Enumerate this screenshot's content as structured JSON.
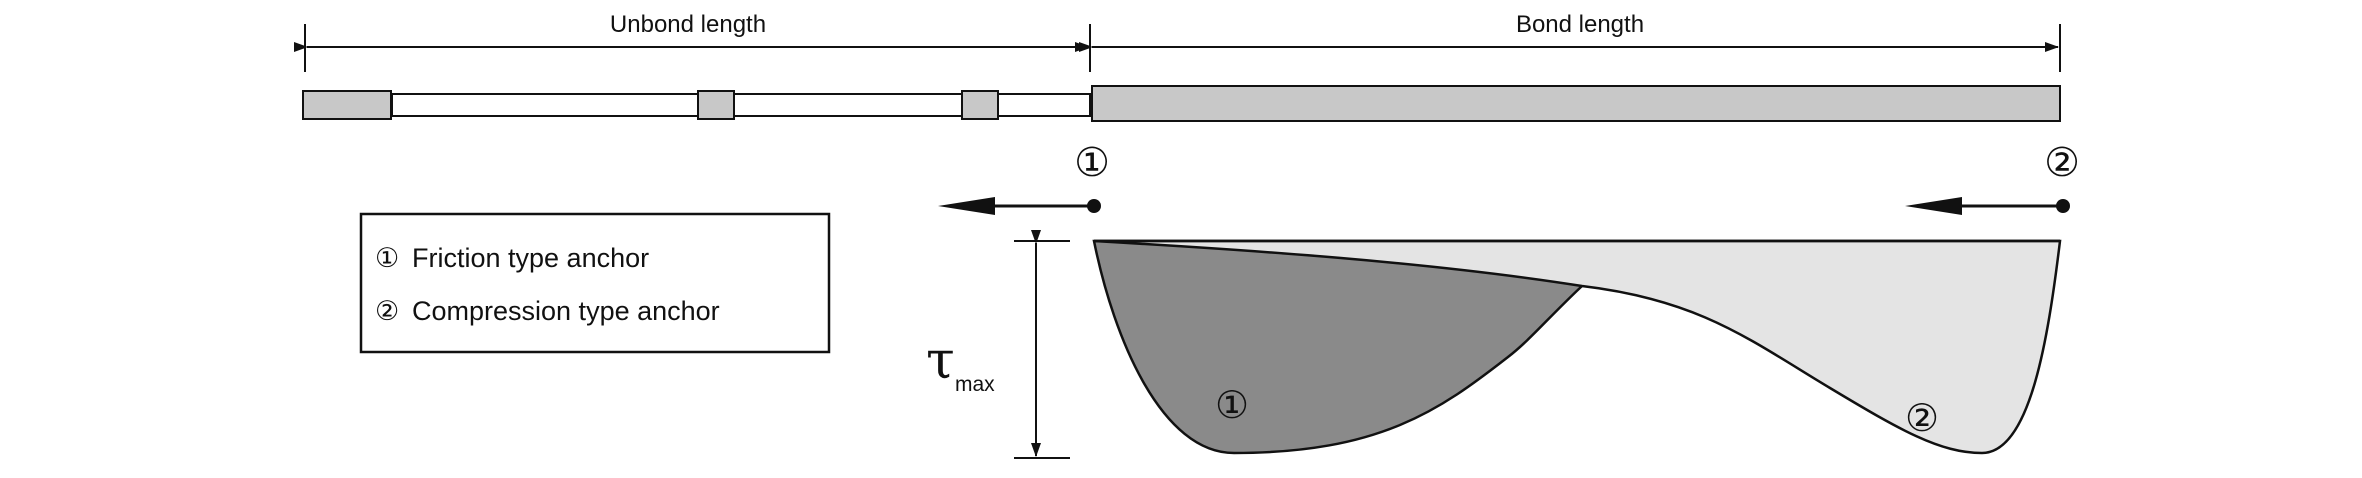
{
  "dimensions": {
    "unbond_label": "Unbond length",
    "bond_label": "Bond length"
  },
  "markers": {
    "friction": "①",
    "compression": "②"
  },
  "legend": {
    "item1_marker": "①",
    "item1_label": "Friction type anchor",
    "item2_marker": "②",
    "item2_label": "Compression type anchor"
  },
  "stress_axis": {
    "symbol": "τ",
    "subscript": "max"
  },
  "curve_labels": {
    "friction": "①",
    "compression": "②"
  },
  "colors": {
    "outline": "#111111",
    "tendon_fill": "#c8c8c8",
    "friction_curve_fill": "#e4e4e4",
    "compression_curve_fill": "#8a8a8a"
  }
}
